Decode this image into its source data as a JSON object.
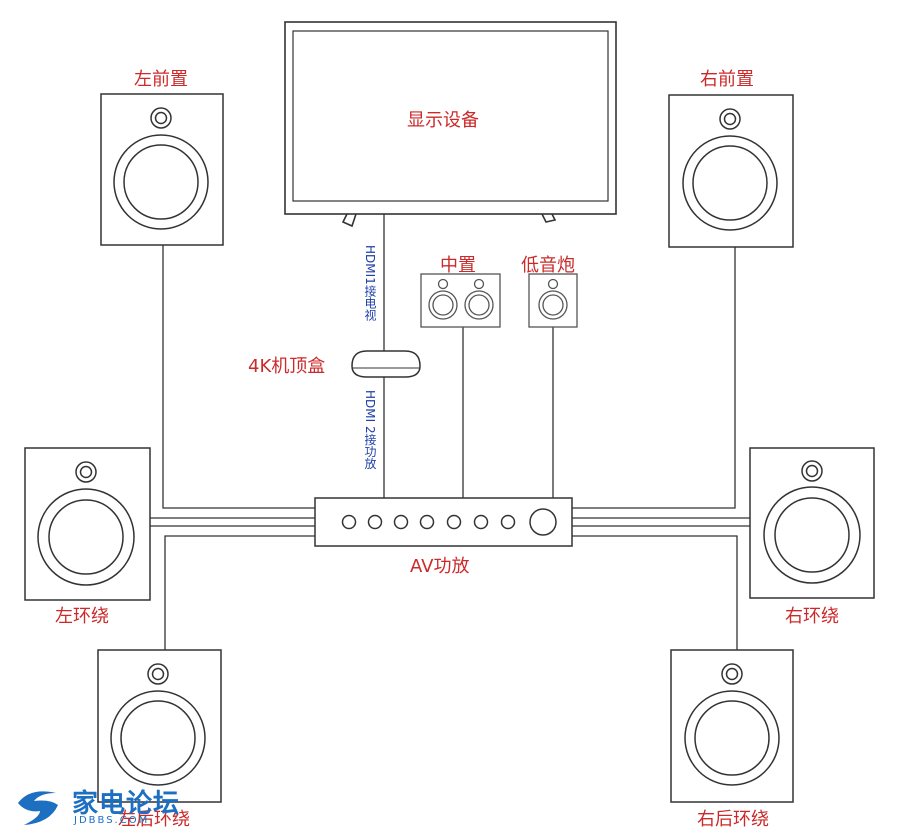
{
  "labels": {
    "display": "显示设备",
    "front_left": "左前置",
    "front_right": "右前置",
    "center": "中置",
    "subwoofer": "低音炮",
    "set_top_box": "4K机顶盒",
    "hdmi1": "HDMI1接电视",
    "hdmi2": "HDMI 2接功放",
    "av_receiver": "AV功放",
    "surround_left": "左环绕",
    "surround_right": "右环绕",
    "rear_left": "左后环绕",
    "rear_right": "右后环绕"
  },
  "watermark": {
    "title": "家电论坛",
    "subtitle": "JDBBS.COM"
  },
  "colors": {
    "label": "#cc2a2a",
    "cable_text": "#1f3fa8",
    "line": "#333333",
    "watermark": "#1d6fc2"
  }
}
